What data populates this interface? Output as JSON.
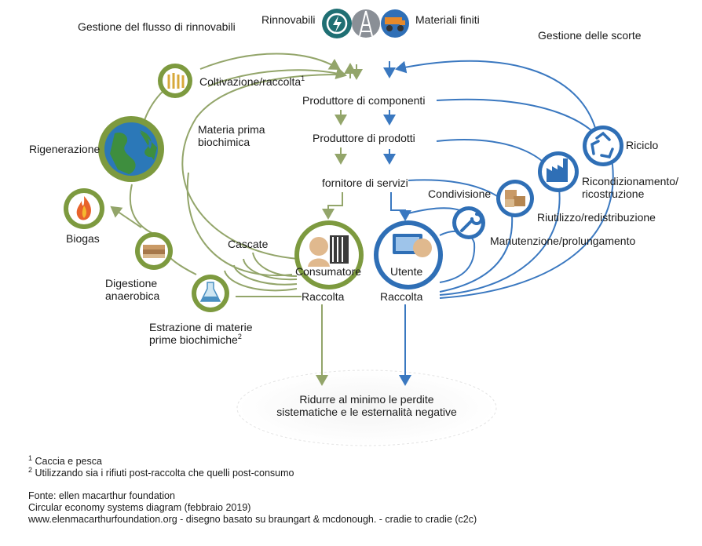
{
  "top": {
    "renewables": "Rinnovabili",
    "finished_materials": "Materiali finiti",
    "renewables_flow": "Gestione del flusso di rinnovabili",
    "stock_management": "Gestione delle scorte"
  },
  "biological_cycle": {
    "cultivation": "Coltivazione/raccolta",
    "cultivation_note": "1",
    "biochem_feedstock_1": "Materia prima",
    "biochem_feedstock_2": "biochimica",
    "regeneration": "Rigenerazione",
    "biogas": "Biogas",
    "anaerobic_1": "Digestione",
    "anaerobic_2": "anaerobica",
    "extraction_1": "Estrazione di materie",
    "extraction_2": "prime biochimiche",
    "extraction_note": "2",
    "cascades": "Cascate",
    "consumer": "Consumatore",
    "collection_left": "Raccolta"
  },
  "technical_cycle": {
    "parts_manufacturer": "Produttore di componenti",
    "product_manufacturer": "Produttore di prodotti",
    "service_provider": "fornitore di servizi",
    "user": "Utente",
    "collection_right": "Raccolta",
    "sharing": "Condivisione",
    "maintain": "Manutenzione/prolungamento",
    "reuse": "Riutilizzo/redistribuzione",
    "refurbish_1": "Ricondizionamento/",
    "refurbish_2": "ricostruzione",
    "recycle": "Riciclo"
  },
  "bottom": {
    "minimise_1": "Ridurre al minimo le perdite",
    "minimise_2": "sistematiche e le esternalità negative"
  },
  "footnotes": {
    "note1_mark": "1",
    "note1": " Caccia e pesca",
    "note2_mark": "2",
    "note2": " Utilizzando sia i rifiuti post-raccolta che quelli post-consumo",
    "source": "Fonte: ellen macarthur foundation",
    "diagram_name": "Circular economy systems diagram (febbraio 2019)",
    "credit": "www.elenmacarthurfoundation.org - disegno basato su braungart & mcdonough. - cradie to cradie (c2c)"
  },
  "colors": {
    "bio_green": "#7d9a3f",
    "tech_blue": "#2f6fb6",
    "teal_icon": "#1f6f73"
  }
}
